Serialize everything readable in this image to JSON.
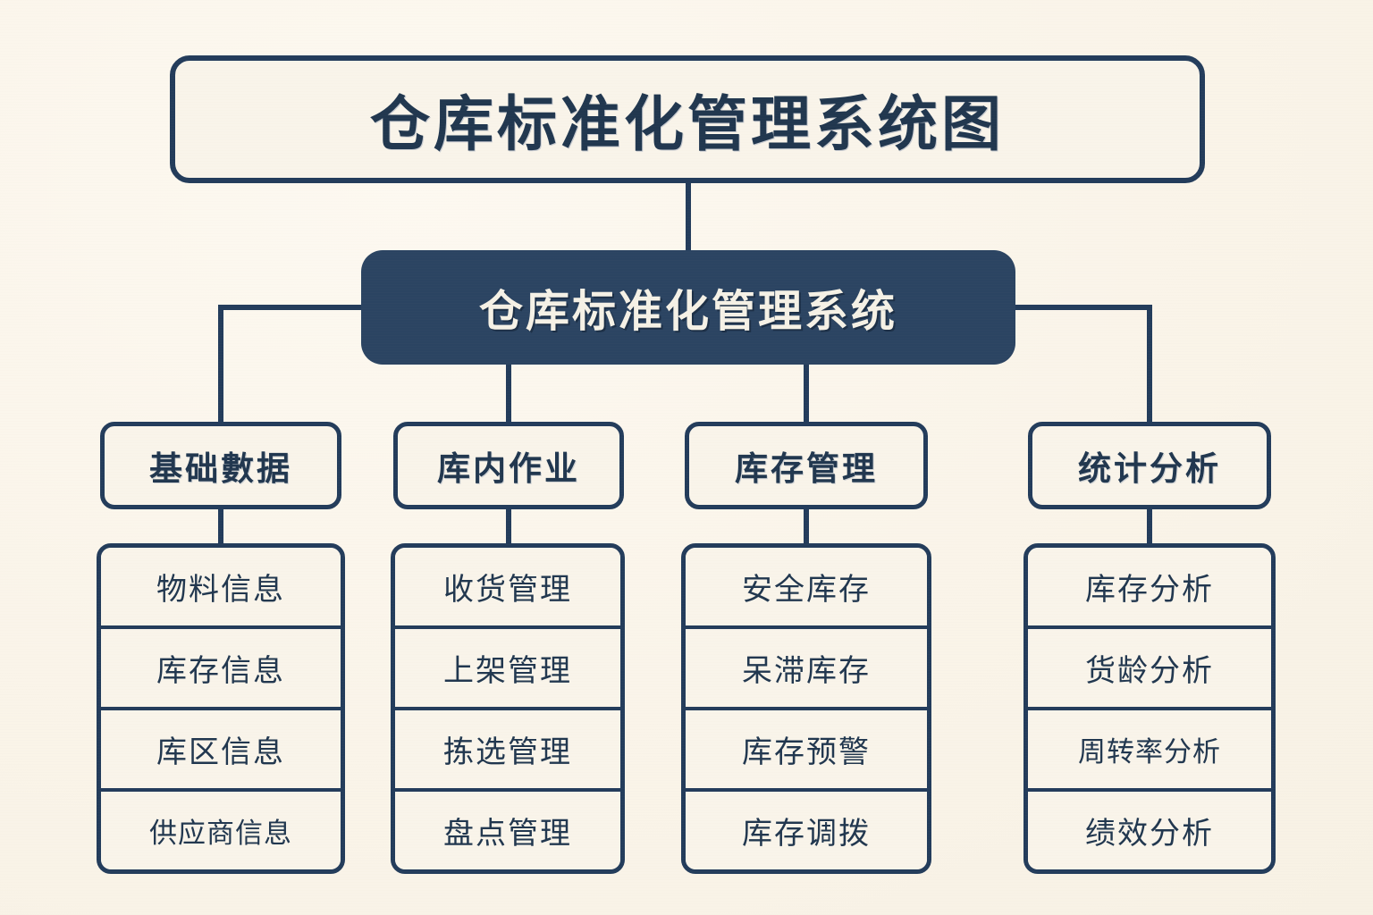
{
  "title": {
    "text": "仓库标准化管理系统图"
  },
  "root": {
    "text": "仓库标准化管理系统"
  },
  "colors": {
    "background": "#fbf6ec",
    "node_fill": "#f9f4ea",
    "node_border": "#233c5b",
    "root_fill": "#2b4462",
    "root_text": "#f5f1e6",
    "text": "#21374f",
    "connector": "#233c5b"
  },
  "branches": [
    {
      "label": "基础數据",
      "items": [
        "物料信息",
        "库存信息",
        "库区信息",
        "供应商信息"
      ]
    },
    {
      "label": "库内作业",
      "items": [
        "收货管理",
        "上架管理",
        "拣选管理",
        "盘点管理"
      ]
    },
    {
      "label": "库存管理",
      "items": [
        "安全库存",
        "呆滞库存",
        "库存预警",
        "库存调拨"
      ]
    },
    {
      "label": "统计分析",
      "items": [
        "库存分析",
        "货龄分析",
        "周转率分析",
        "绩效分析"
      ]
    }
  ]
}
